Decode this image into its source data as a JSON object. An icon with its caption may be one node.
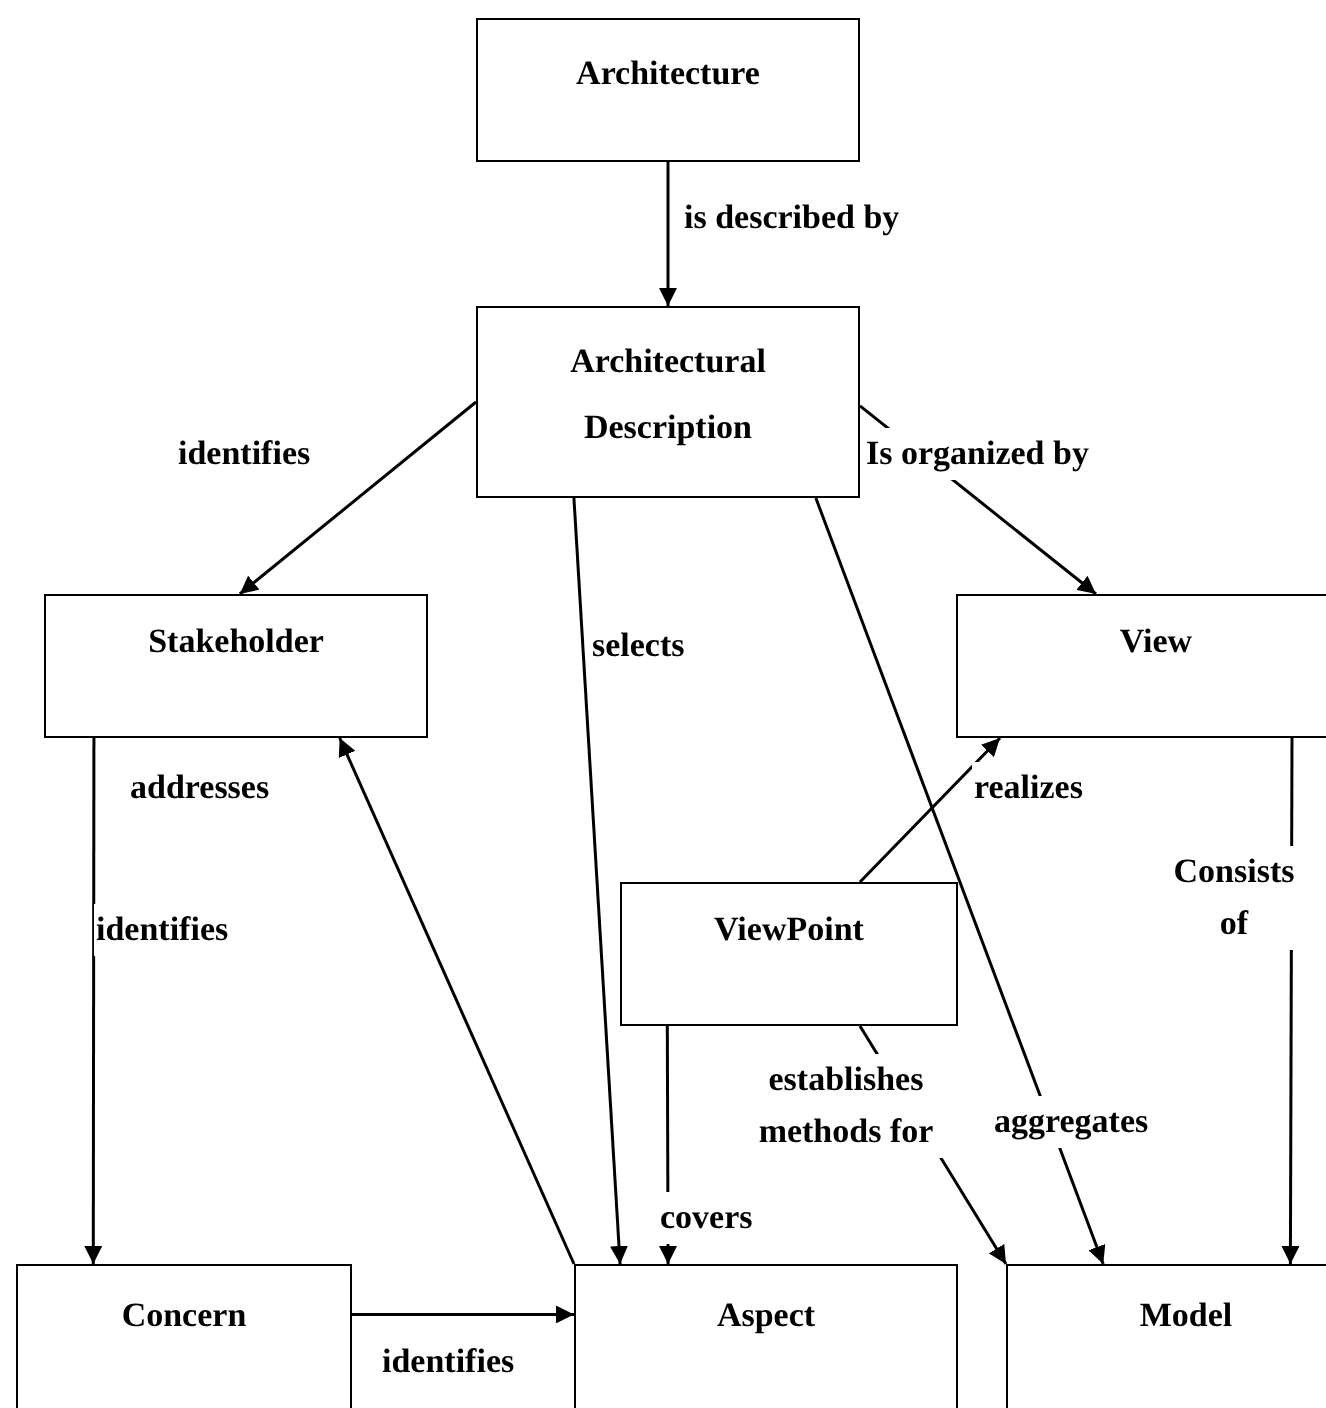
{
  "diagram": {
    "nodes": [
      {
        "text": [
          "Architecture"
        ]
      },
      {
        "text": [
          "Architectural Description"
        ]
      },
      {
        "text": [
          "Stakeholder"
        ]
      },
      {
        "text": [
          "View"
        ]
      },
      {
        "text": [
          "ViewPoint"
        ]
      },
      {
        "text": [
          "Concern"
        ]
      },
      {
        "text": [
          "Aspect"
        ]
      },
      {
        "text": [
          "Model"
        ]
      }
    ],
    "edges": [
      {
        "from": 0,
        "to": 1,
        "arrow": "to",
        "label": "is described by"
      },
      {
        "from": 1,
        "to": 2,
        "arrow": "to",
        "label": "identifies"
      },
      {
        "from": 1,
        "to": 3,
        "arrow": "to",
        "label": "Is organized by"
      },
      {
        "from": 1,
        "to": 6,
        "arrow": "to",
        "label": "selects"
      },
      {
        "from": 1,
        "to": 7,
        "arrow": "to",
        "label": "aggregates"
      },
      {
        "from": 2,
        "to": 5,
        "arrow": "to",
        "label": "identifies"
      },
      {
        "from": 6,
        "to": 2,
        "arrow": "to",
        "label": "addresses"
      },
      {
        "from": 4,
        "to": 3,
        "arrow": "to",
        "label": "realizes"
      },
      {
        "from": 4,
        "to": 6,
        "arrow": "to",
        "label": "covers"
      },
      {
        "from": 4,
        "to": 7,
        "arrow": "to",
        "label": "establishes methods for"
      },
      {
        "from": 3,
        "to": 7,
        "arrow": "to",
        "label": "Consists of"
      },
      {
        "from": 5,
        "to": 6,
        "arrow": "to",
        "label": "identifies"
      }
    ]
  }
}
